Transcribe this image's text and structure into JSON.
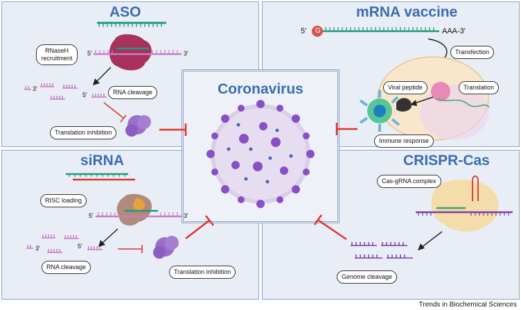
{
  "center": {
    "title": "Coronavirus"
  },
  "aso": {
    "title": "ASO",
    "rnaseh_label": "RNaseH recruitment",
    "five_prime": "5′",
    "three_prime": "3′",
    "frag_five": "5′",
    "frag_three": "3′",
    "cleavage_label": "RNA cleavage",
    "inhibition_label": "Translation inhibition"
  },
  "mrna": {
    "title": "mRNA vaccine",
    "cap_letter": "G",
    "five_prime": "5′",
    "tail": "AAA-3′",
    "transfection_label": "Transfection",
    "peptide_label": "Viral peptide",
    "translation_label": "Translation",
    "immune_label": "Immune response"
  },
  "sirna": {
    "title": "siRNA",
    "risc_label": "RISC loading",
    "five_prime": "5′",
    "three_prime": "3′",
    "frag_five": "5′",
    "frag_three": "3′",
    "cleavage_label": "RNA cleavage",
    "inhibition_label": "Translation inhibition"
  },
  "crispr": {
    "title": "CRISPR-Cas",
    "complex_label": "Cas-gRNA complex",
    "cleavage_label": "Genome cleavage"
  },
  "credit": "Trends in Biochemical Sciences",
  "colors": {
    "panel_bg": "#e9eef6",
    "panel_border": "#8da6c8",
    "title": "#3b6db3",
    "rna_pink": "#c77dc4",
    "aso_green": "#1f9a7a",
    "inhibit_red": "#e0322b",
    "virus_purple": "#8a4fc7"
  }
}
